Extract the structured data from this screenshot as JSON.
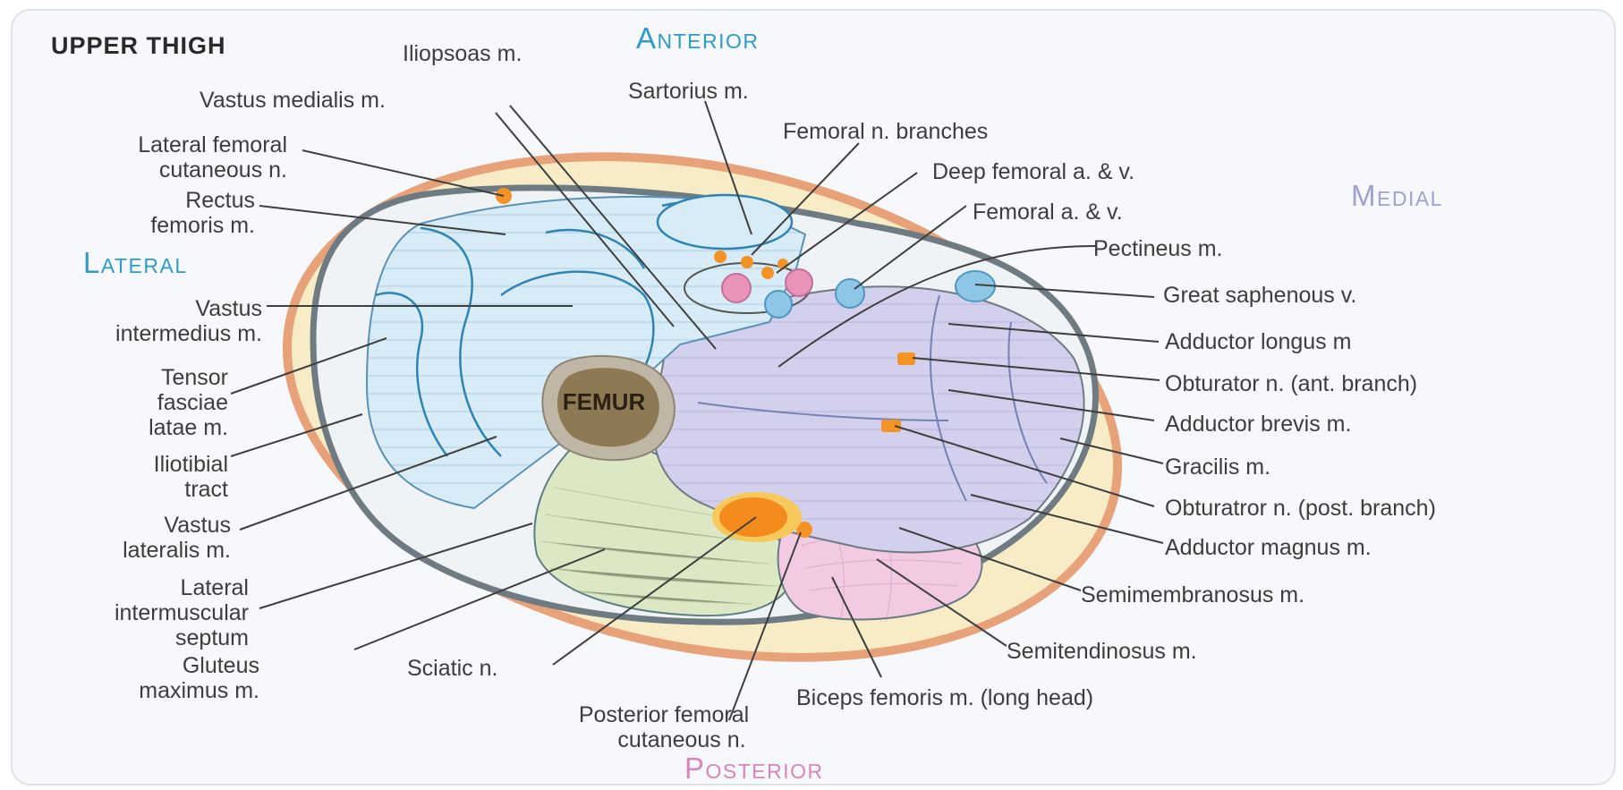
{
  "title": "Upper thigh",
  "directions": {
    "anterior": "Anterior",
    "posterior": "Posterior",
    "medial": "Medial",
    "lateral": "Lateral"
  },
  "femur": "FEMUR",
  "colors": {
    "skin_outer": "#e8a27a",
    "subcutaneous_fat": "#f8ecc6",
    "fascia": "#6f7b82",
    "anterior_compartment": "#d7ecf6",
    "medial_compartment": "#d3d0ee",
    "posterior_compartment": "#dbe8c3",
    "hamstring_pink": "#f2cbe3",
    "nerve": "#f39225",
    "vein": "#8ec6e6",
    "artery": "#ea93ba",
    "direction_anterior": "#2f9bc9",
    "direction_lateral": "#2f9bc9",
    "direction_medial": "#9da2d0",
    "direction_posterior": "#d784bf"
  },
  "labels_left": [
    {
      "lines": [
        "Lateral femoral",
        "cutaneous n."
      ]
    },
    {
      "lines": [
        "Rectus",
        "femoris m."
      ]
    },
    {
      "lines": [
        "Vastus",
        "intermedius m."
      ]
    },
    {
      "lines": [
        "Tensor",
        "fasciae",
        "latae m."
      ]
    },
    {
      "lines": [
        "Iliotibial",
        "tract"
      ]
    },
    {
      "lines": [
        "Vastus",
        "lateralis m."
      ]
    },
    {
      "lines": [
        "Lateral",
        "intermuscular",
        "septum"
      ]
    },
    {
      "lines": [
        "Gluteus",
        "maximus m."
      ]
    }
  ],
  "labels_top": [
    {
      "text": "Iliopsoas m."
    },
    {
      "text": "Vastus medialis m."
    },
    {
      "text": "Sartorius m."
    },
    {
      "text": "Femoral n. branches"
    },
    {
      "text": "Deep femoral a. & v."
    },
    {
      "text": "Femoral a. & v."
    },
    {
      "text": "Pectineus m."
    }
  ],
  "labels_right": [
    {
      "text": "Great saphenous v."
    },
    {
      "text": "Adductor longus m"
    },
    {
      "text": "Obturator n. (ant. branch)"
    },
    {
      "text": "Adductor brevis m."
    },
    {
      "text": "Gracilis m."
    },
    {
      "text": "Obturatror n. (post. branch)"
    },
    {
      "text": "Adductor magnus m."
    },
    {
      "text": "Semimembranosus m."
    },
    {
      "text": "Semitendinosus m."
    }
  ],
  "labels_bottom": [
    {
      "text": "Sciatic n."
    },
    {
      "lines": [
        "Posterior femoral",
        "cutaneous n."
      ]
    },
    {
      "text": "Biceps femoris m. (long head)"
    }
  ]
}
